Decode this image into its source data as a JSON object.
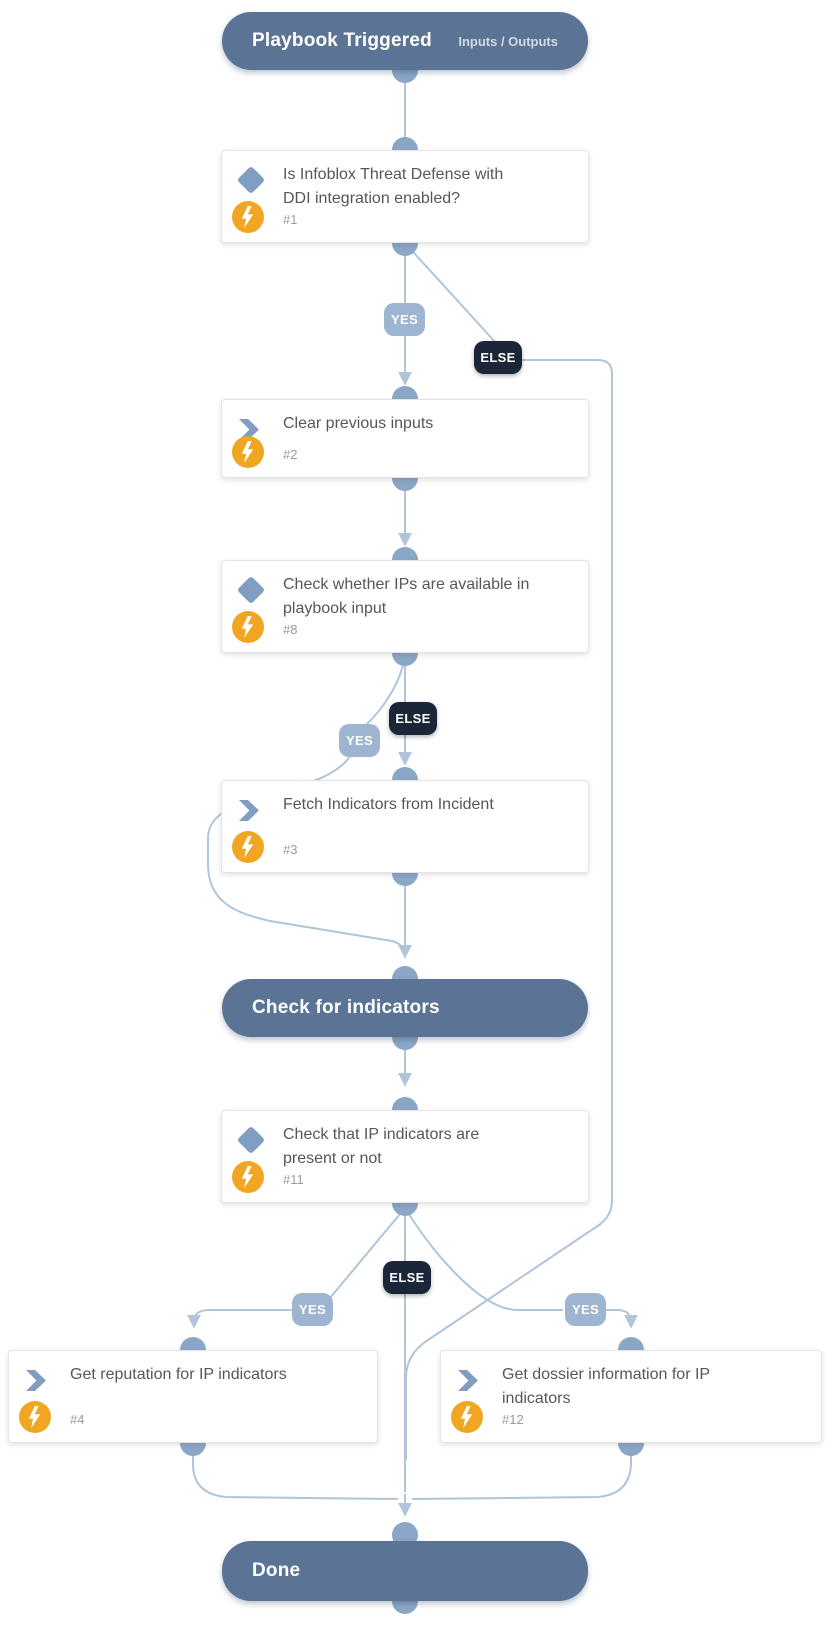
{
  "diagram_type": "playbook-flowchart",
  "nodes": {
    "start": {
      "label": "Playbook Triggered",
      "meta": "Inputs / Outputs",
      "kind": "section"
    },
    "t1": {
      "title": "Is Infoblox Threat Defense with DDI integration enabled?",
      "num": "#1",
      "kind": "condition"
    },
    "t2": {
      "title": "Clear previous inputs",
      "num": "#2",
      "kind": "task"
    },
    "t8": {
      "title": "Check whether IPs are available in playbook input",
      "num": "#8",
      "kind": "condition"
    },
    "t3": {
      "title": "Fetch Indicators from Incident",
      "num": "#3",
      "kind": "task"
    },
    "check": {
      "label": "Check for indicators",
      "kind": "section"
    },
    "t11": {
      "title": "Check that IP indicators are present or not",
      "num": "#11",
      "kind": "condition"
    },
    "t4": {
      "title": "Get reputation for IP indicators",
      "num": "#4",
      "kind": "task"
    },
    "t12": {
      "title": "Get dossier information for IP indicators",
      "num": "#12",
      "kind": "task"
    },
    "done": {
      "label": "Done",
      "kind": "section"
    }
  },
  "branch_labels": {
    "cond1_yes": "YES",
    "cond1_else": "ELSE",
    "cond8_yes": "YES",
    "cond8_else": "ELSE",
    "cond11_yes_left": "YES",
    "cond11_else": "ELSE",
    "cond11_yes_right": "YES"
  },
  "edges": [
    {
      "from": "start",
      "to": "t1",
      "label": ""
    },
    {
      "from": "t1",
      "to": "t2",
      "label": "YES"
    },
    {
      "from": "t1",
      "to": "done",
      "label": "ELSE"
    },
    {
      "from": "t2",
      "to": "t8",
      "label": ""
    },
    {
      "from": "t8",
      "to": "t3",
      "label": "ELSE"
    },
    {
      "from": "t8",
      "to": "check",
      "label": "YES"
    },
    {
      "from": "t3",
      "to": "check",
      "label": ""
    },
    {
      "from": "check",
      "to": "t11",
      "label": ""
    },
    {
      "from": "t11",
      "to": "t4",
      "label": "YES"
    },
    {
      "from": "t11",
      "to": "t12",
      "label": "YES"
    },
    {
      "from": "t11",
      "to": "done",
      "label": "ELSE"
    },
    {
      "from": "t4",
      "to": "done",
      "label": ""
    },
    {
      "from": "t12",
      "to": "done",
      "label": ""
    }
  ],
  "colors": {
    "section_pill": "#5b7495",
    "port": "#8ba7c7",
    "connector": "#b0c4da",
    "yes_badge": "#9db5d0",
    "else_badge": "#1c2639",
    "automation_icon": "#f1a623",
    "type_icon": "#7f9ec2",
    "card_title_text": "#55575c"
  }
}
